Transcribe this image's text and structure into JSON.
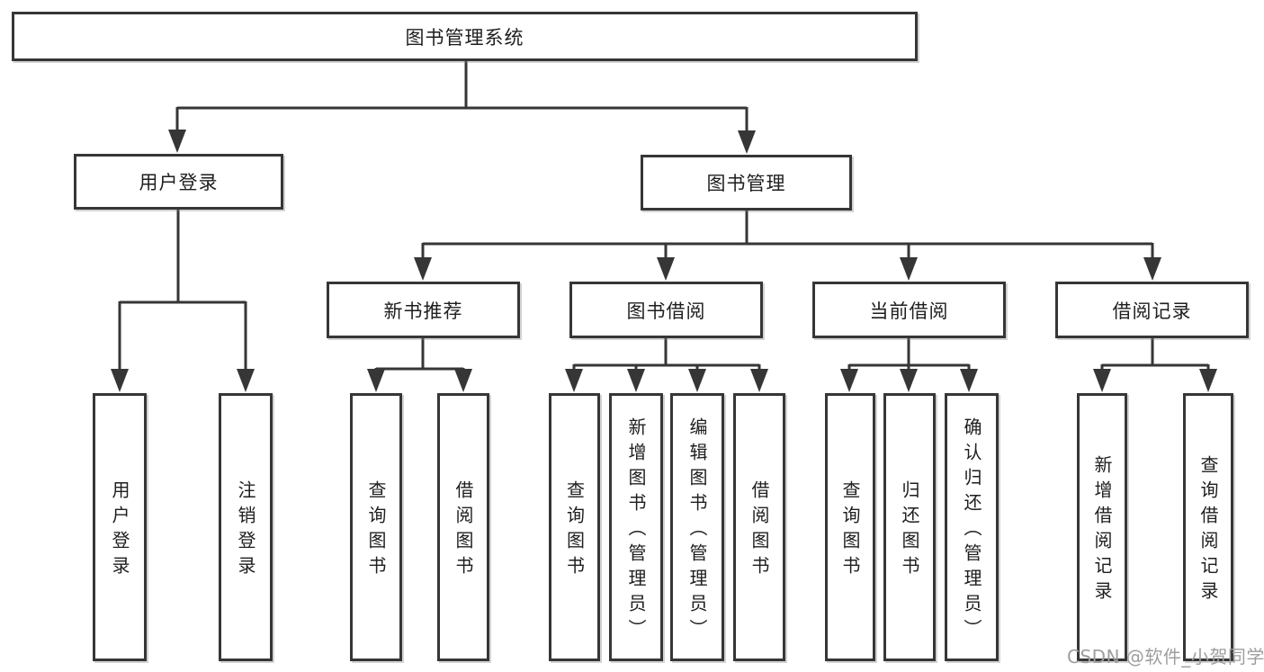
{
  "diagram": {
    "type": "feature-hierarchy-tree",
    "colors": {
      "line": "#363636",
      "box_border": "#363636",
      "box_fill": "#ffffff",
      "text": "#1e1e1e",
      "watermark": "#9e9e9e",
      "background": "#ffffff"
    }
  },
  "tree": {
    "label": "图书管理系统",
    "children": [
      {
        "label": "用户登录",
        "children": [
          {
            "label": "用户登录"
          },
          {
            "label": "注销登录"
          }
        ]
      },
      {
        "label": "图书管理",
        "children": [
          {
            "label": "新书推荐",
            "children": [
              {
                "label": "查询图书"
              },
              {
                "label": "借阅图书"
              }
            ]
          },
          {
            "label": "图书借阅",
            "children": [
              {
                "label": "查询图书"
              },
              {
                "label": "新增图书（管理员）"
              },
              {
                "label": "编辑图书（管理员）"
              },
              {
                "label": "借阅图书"
              }
            ]
          },
          {
            "label": "当前借阅",
            "children": [
              {
                "label": "查询图书"
              },
              {
                "label": "归还图书"
              },
              {
                "label": "确认归还（管理员）"
              }
            ]
          },
          {
            "label": "借阅记录",
            "children": [
              {
                "label": "新增借阅记录"
              },
              {
                "label": "查询借阅记录"
              }
            ]
          }
        ]
      }
    ]
  },
  "watermark": {
    "text": "CSDN @软件_小贺同学"
  }
}
